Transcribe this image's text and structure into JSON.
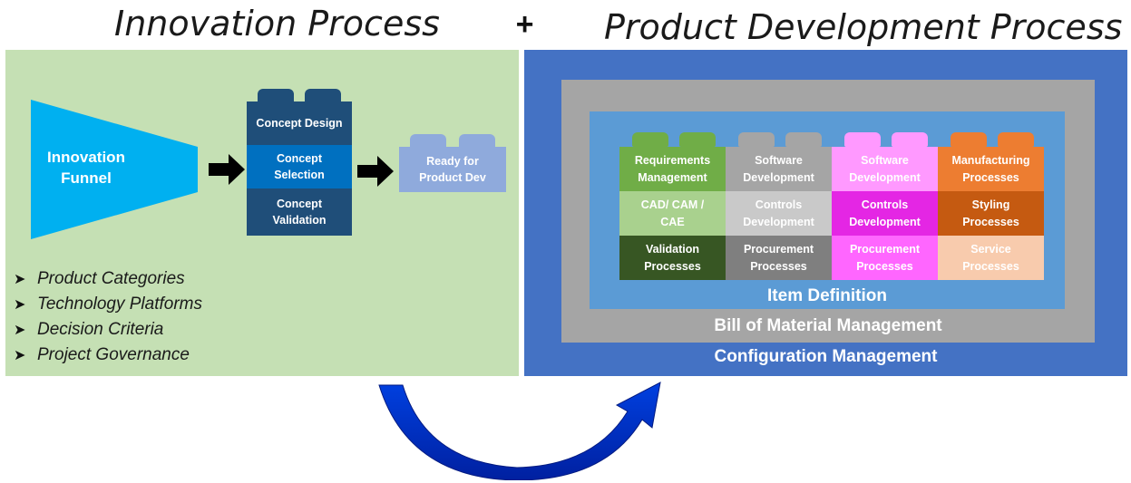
{
  "titles": {
    "left": "Innovation Process",
    "plus": "+",
    "right": "Product Development Process"
  },
  "innovation": {
    "funnel": [
      "Innovation",
      "Funnel"
    ],
    "stack": [
      "Concept Design",
      "Concept\nSelection",
      "Concept\nValidation"
    ],
    "ready": "Ready for\nProduct Dev",
    "bullets": [
      "Product Categories",
      "Technology Platforms",
      "Decision Criteria",
      "Project Governance"
    ]
  },
  "product_dev": {
    "item_definition": "Item Definition",
    "bom": "Bill of Material Management",
    "configuration": "Configuration Management",
    "columns": [
      {
        "stud_color": "#70ad47",
        "cells": [
          {
            "label": "Requirements\nManagement",
            "bg": "#70ad47",
            "fg": "#ffffff"
          },
          {
            "label": "CAD/ CAM  /\nCAE",
            "bg": "#a9d18e",
            "fg": "#ffffff"
          },
          {
            "label": "Validation\nProcesses",
            "bg": "#375623",
            "fg": "#ffffff"
          }
        ]
      },
      {
        "stud_color": "#a5a5a5",
        "cells": [
          {
            "label": "Software\nDevelopment",
            "bg": "#a5a5a5",
            "fg": "#ffffff"
          },
          {
            "label": "Controls\nDevelopment",
            "bg": "#c9c9c9",
            "fg": "#ffffff"
          },
          {
            "label": "Procurement\nProcesses",
            "bg": "#7f7f7f",
            "fg": "#ffffff"
          }
        ]
      },
      {
        "stud_color": "#ff99ff",
        "cells": [
          {
            "label": "Software\nDevelopment",
            "bg": "#ff99ff",
            "fg": "#ffffff"
          },
          {
            "label": "Controls\nDevelopment",
            "bg": "#e426e4",
            "fg": "#ffffff"
          },
          {
            "label": "Procurement\nProcesses",
            "bg": "#ff66ff",
            "fg": "#ffffff"
          }
        ]
      },
      {
        "stud_color": "#ed7d31",
        "cells": [
          {
            "label": "Manufacturing\nProcesses",
            "bg": "#ed7d31",
            "fg": "#ffffff"
          },
          {
            "label": "Styling\nProcesses",
            "bg": "#c55a11",
            "fg": "#ffffff"
          },
          {
            "label": "Service\nProcesses",
            "bg": "#f8cbad",
            "fg": "#ffffff"
          }
        ]
      }
    ]
  },
  "colors": {
    "green_panel": "#c5e0b4",
    "blue_panel": "#4472c4",
    "gray_panel": "#a5a5a5",
    "light_blue_panel": "#5b9bd5",
    "funnel": "#00b0f0",
    "stack_dark": "#1f4e79",
    "stack_mid": "#0070c0",
    "ready": "#8faadc",
    "curved_arrow": "#0033cc"
  }
}
